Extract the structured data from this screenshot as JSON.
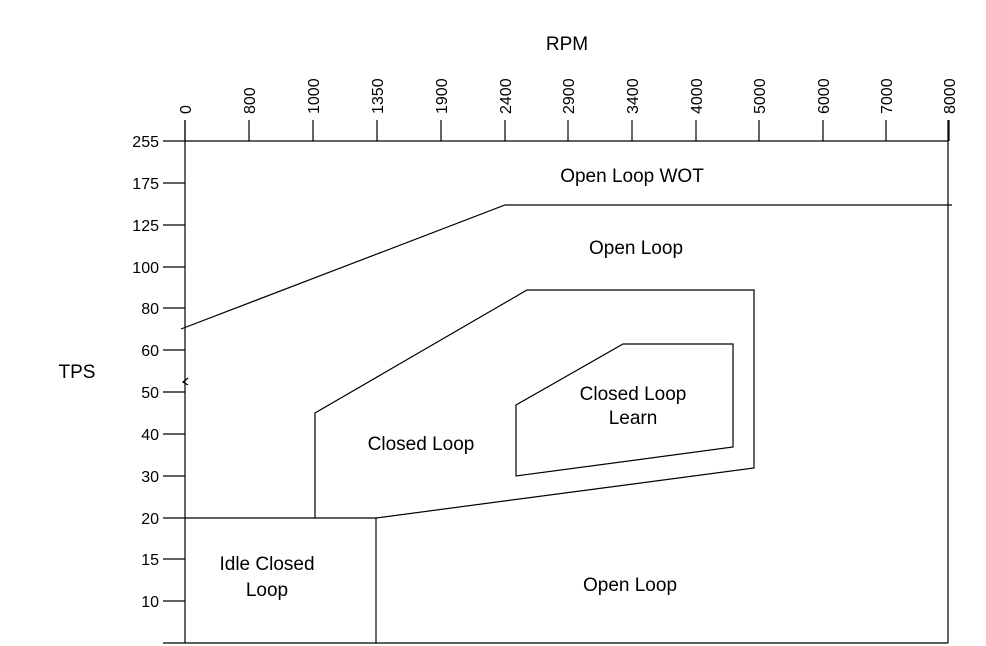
{
  "axes": {
    "x_title": "RPM",
    "y_title": "TPS",
    "x_ticks": [
      "0",
      "800",
      "1000",
      "1350",
      "1900",
      "2400",
      "2900",
      "3400",
      "4000",
      "5000",
      "6000",
      "7000",
      "8000"
    ],
    "y_ticks": [
      "255",
      "175",
      "125",
      "100",
      "80",
      "60",
      "50",
      "40",
      "30",
      "20",
      "15",
      "10"
    ]
  },
  "regions": {
    "open_loop_wot": "Open Loop WOT",
    "open_loop_upper": "Open Loop",
    "closed_loop": "Closed Loop",
    "closed_loop_learn": [
      "Closed Loop",
      "Learn"
    ],
    "idle_closed_loop": [
      "Idle Closed",
      "Loop"
    ],
    "open_loop_lower": "Open Loop"
  },
  "colors": {
    "line": "#000000",
    "background": "#ffffff"
  }
}
